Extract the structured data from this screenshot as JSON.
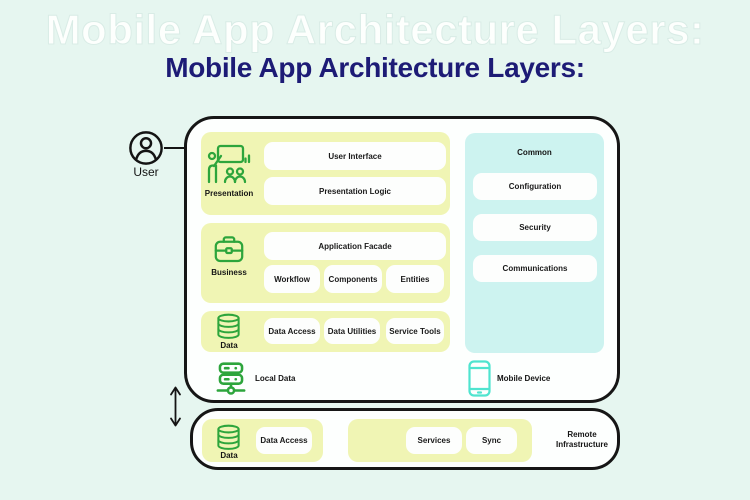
{
  "colors": {
    "background": "#e6f6f0",
    "layer_yellow": "#f0f5b4",
    "common_cyan": "#cdf3f0",
    "icon_green": "#2da53c",
    "device_teal": "#4fe4cf",
    "title_navy": "#1d1b76",
    "outline_black": "#161616"
  },
  "header": {
    "ghost_title": "Mobile App Architecture Layers:",
    "title": "Mobile App Architecture Layers:"
  },
  "user": {
    "label": "User"
  },
  "mobile_device_box": {
    "presentation": {
      "label": "Presentation",
      "items": [
        "User Interface",
        "Presentation Logic"
      ]
    },
    "business": {
      "label": "Business",
      "facade": "Application Facade",
      "items": [
        "Workflow",
        "Components",
        "Entities"
      ]
    },
    "data": {
      "label": "Data",
      "items": [
        "Data Access",
        "Data Utilities",
        "Service Tools"
      ]
    },
    "common": {
      "label": "Common",
      "items": [
        "Configuration",
        "Security",
        "Communications"
      ]
    },
    "local_data": {
      "label": "Local Data"
    },
    "device": {
      "label": "Mobile Device"
    }
  },
  "remote_box": {
    "data": {
      "label": "Data",
      "item": "Data Access"
    },
    "services": {
      "items": [
        "Services",
        "Sync"
      ]
    },
    "label": "Remote Infrastructure"
  }
}
